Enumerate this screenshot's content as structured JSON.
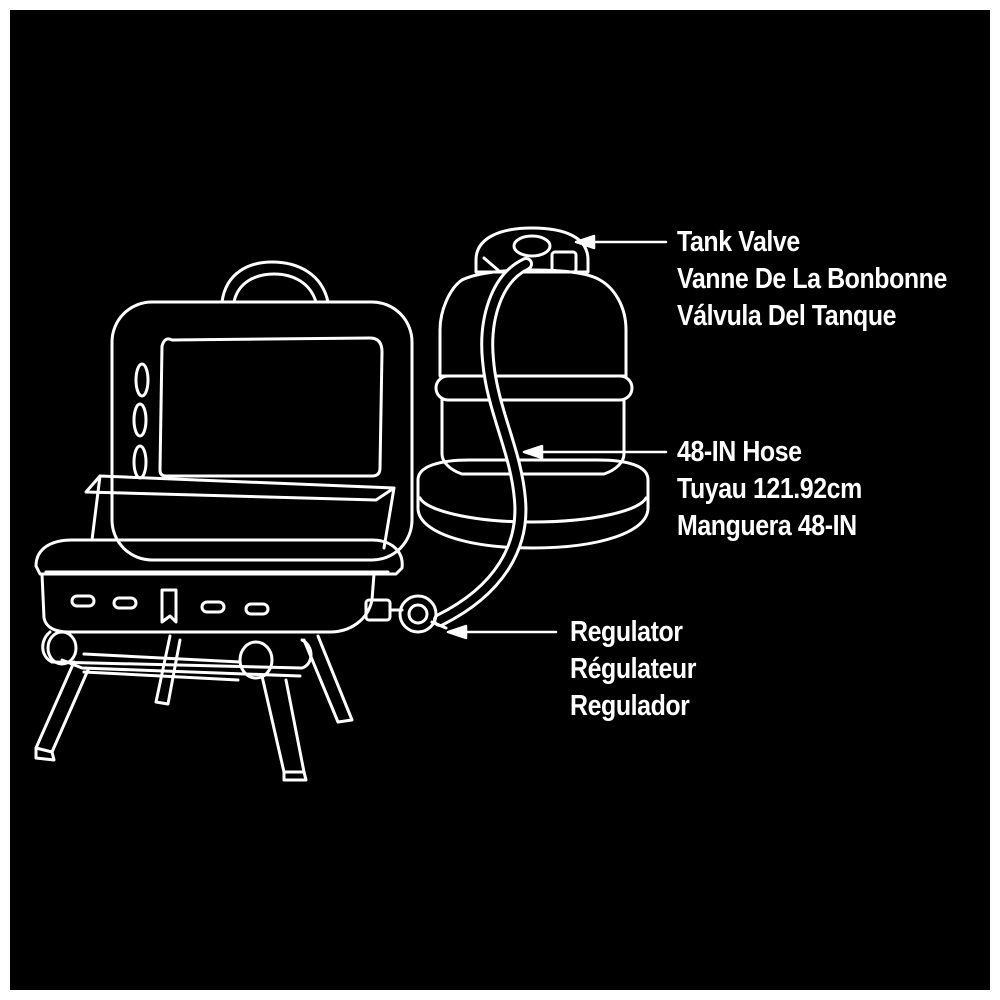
{
  "colors": {
    "background": "#000000",
    "frame": "#ffffff",
    "line": "#ffffff"
  },
  "labels": {
    "tank_valve": {
      "en": "Tank Valve",
      "fr": "Vanne De La Bonbonne",
      "es": "Válvula Del Tanque"
    },
    "hose": {
      "en": "48-IN Hose",
      "fr": "Tuyau 121.92cm",
      "es": "Manguera 48-IN"
    },
    "regulator": {
      "en": "Regulator",
      "fr": "Régulateur",
      "es": "Regulador"
    }
  },
  "icons": [
    "grill-icon",
    "propane-tank-icon",
    "hose-icon",
    "regulator-icon"
  ]
}
